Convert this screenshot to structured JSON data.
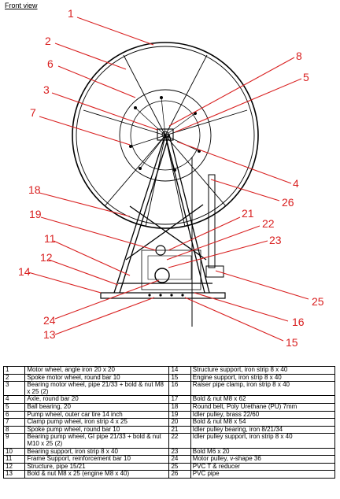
{
  "title": "Front view",
  "callouts": [
    "1",
    "2",
    "6",
    "3",
    "7",
    "8",
    "5",
    "4",
    "26",
    "18",
    "19",
    "21",
    "22",
    "23",
    "11",
    "12",
    "14",
    "25",
    "24",
    "13",
    "16",
    "15"
  ],
  "parts": [
    [
      {
        "n": "1",
        "d": "Motor wheel, angle iron 20 x 20"
      },
      {
        "n": "14",
        "d": "Structure support, iron strip 8 x 40"
      }
    ],
    [
      {
        "n": "2",
        "d": "Spoke motor wheel, round bar 10"
      },
      {
        "n": "15",
        "d": "Engine support, iron strip 8 x 40"
      }
    ],
    [
      {
        "n": "3",
        "d": "Bearing motor wheel, pipe 21/33 + bold & nut M8 x 25 (2)"
      },
      {
        "n": "16",
        "d": "Raiser pipe clamp, iron strip 8 x 40"
      }
    ],
    [
      {
        "n": "4",
        "d": "Axle, round bar 20"
      },
      {
        "n": "17",
        "d": "Bold & nut M8 x 62"
      }
    ],
    [
      {
        "n": "5",
        "d": "Ball bearing, 20"
      },
      {
        "n": "18",
        "d": "Round belt, Poly Urethane (PU) 7mm"
      }
    ],
    [
      {
        "n": "6",
        "d": "Pump wheel, outer car tire 14 inch"
      },
      {
        "n": "19",
        "d": "Idler pulley, brass 22/60"
      }
    ],
    [
      {
        "n": "7",
        "d": "Clamp pump wheel, iron strip 4 x 25"
      },
      {
        "n": "20",
        "d": "Bold & nut M8 x 54"
      }
    ],
    [
      {
        "n": "8",
        "d": "Spoke pump wheel, round bar 10"
      },
      {
        "n": "21",
        "d": "Idler pulley bearing, iron 8/21/34"
      }
    ],
    [
      {
        "n": "9",
        "d": "Bearing pump wheel, GI pipe 21/33 + bold & nut M10 x 25 (2)"
      },
      {
        "n": "22",
        "d": "Idler pulley support, iron strip 8 x 40"
      }
    ],
    [
      {
        "n": "10",
        "d": "Bearing support, iron strip 8 x 40"
      },
      {
        "n": "23",
        "d": "Bold M6 x 20"
      }
    ],
    [
      {
        "n": "11",
        "d": "Frame Support, reinforcement bar 10"
      },
      {
        "n": "24",
        "d": "Motor pulley, v-shape 36"
      }
    ],
    [
      {
        "n": "12",
        "d": "Structure, pipe 15/21"
      },
      {
        "n": "25",
        "d": "PVC T & reducer"
      }
    ],
    [
      {
        "n": "13",
        "d": "Bold & nut M8 x 25 (engine M8 x 40)"
      },
      {
        "n": "26",
        "d": "PVC pipe"
      }
    ]
  ]
}
